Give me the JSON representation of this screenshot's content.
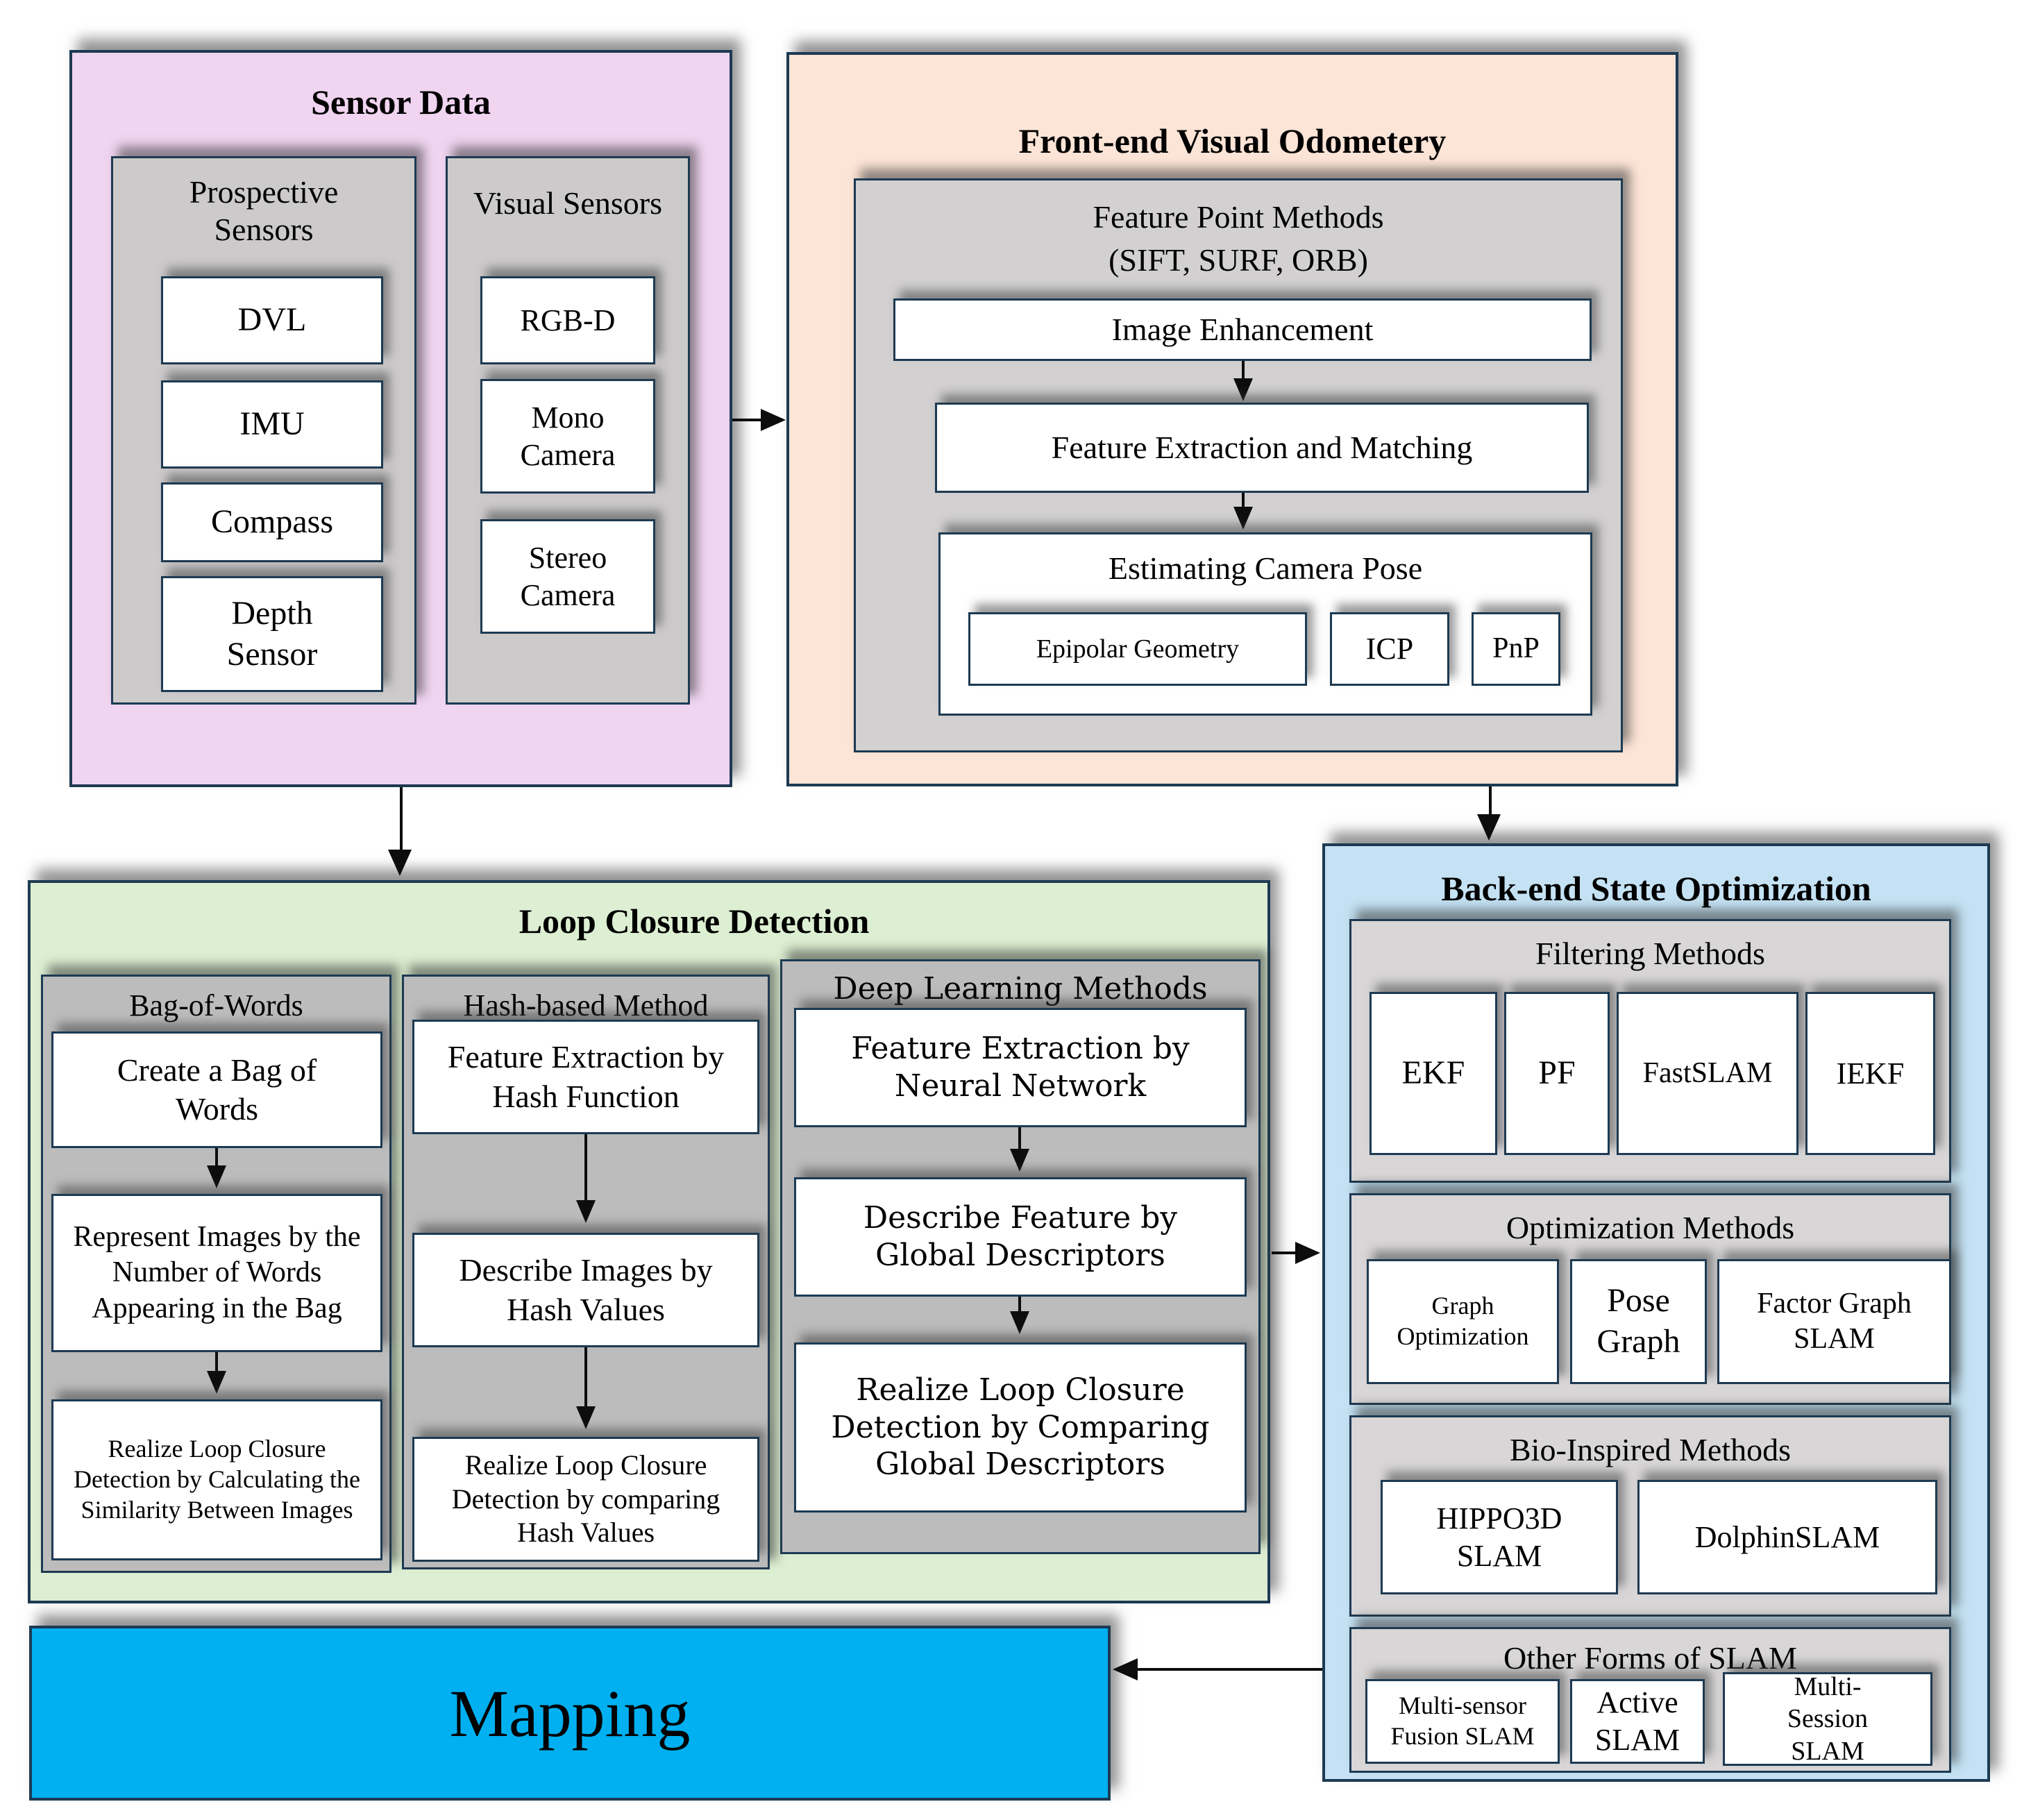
{
  "diagram": {
    "sensor_data": {
      "title": "Sensor Data",
      "prospective": {
        "title": "Prospective Sensors",
        "items": [
          "DVL",
          "IMU",
          "Compass",
          "Depth Sensor"
        ]
      },
      "visual": {
        "title": "Visual Sensors",
        "items": [
          "RGB-D",
          "Mono Camera",
          "Stereo Camera"
        ]
      }
    },
    "front_end": {
      "title": "Front-end Visual Odometery",
      "panel_title": "Feature Point Methods",
      "panel_subtitle": "(SIFT, SURF, ORB)",
      "step1": "Image Enhancement",
      "step2": "Feature Extraction and Matching",
      "pose": {
        "title": "Estimating Camera Pose",
        "methods": [
          "Epipolar Geometry",
          "ICP",
          "PnP"
        ]
      }
    },
    "loop_closure": {
      "title": "Loop Closure Detection",
      "bag": {
        "title": "Bag-of-Words",
        "steps": [
          "Create a Bag of Words",
          "Represent Images by the Number of Words Appearing in the Bag",
          "Realize Loop Closure Detection by Calculating the Similarity Between Images"
        ]
      },
      "hash": {
        "title": "Hash-based Method",
        "steps": [
          "Feature Extraction by Hash Function",
          "Describe Images by Hash Values",
          "Realize Loop Closure Detection by comparing Hash Values"
        ]
      },
      "deep": {
        "title": "Deep Learning Methods",
        "steps": [
          "Feature Extraction by Neural Network",
          "Describe Feature by Global Descriptors",
          "Realize Loop Closure Detection by Comparing Global Descriptors"
        ]
      }
    },
    "back_end": {
      "title": "Back-end State Optimization",
      "filtering": {
        "title": "Filtering Methods",
        "items": [
          "EKF",
          "PF",
          "FastSLAM",
          "IEKF"
        ]
      },
      "optimization": {
        "title": "Optimization Methods",
        "items": [
          "Graph Optimization",
          "Pose Graph",
          "Factor Graph SLAM"
        ]
      },
      "bio": {
        "title": "Bio-Inspired Methods",
        "items": [
          "HIPPO3D SLAM",
          "DolphinSLAM"
        ]
      },
      "other": {
        "title": "Other Forms of SLAM",
        "items": [
          "Multi-sensor Fusion SLAM",
          "Active SLAM",
          "Multi-Session SLAM"
        ]
      }
    },
    "mapping": {
      "title": "Mapping"
    },
    "colors": {
      "sensor_bg": "#f0d4f0",
      "front_bg": "#fce4d6",
      "loop_bg": "#ddefd2",
      "back_bg": "#c4e2f3",
      "mapping_bg": "#00b0f0",
      "panel_gray": "#cccaca",
      "loop_panel_gray": "#bcbcbc",
      "border_navy": "#1d3a52",
      "arrow_black": "#0d0d0d"
    }
  }
}
